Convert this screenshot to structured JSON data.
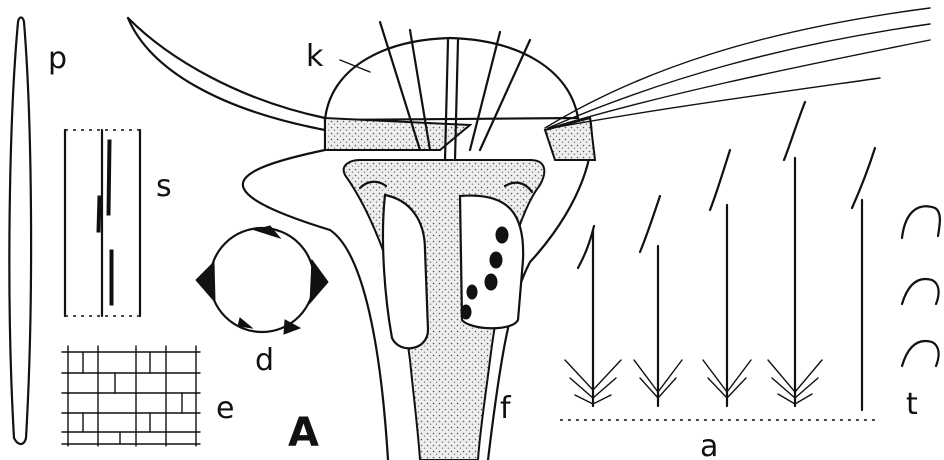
{
  "figure": {
    "panel_label": "A",
    "labels": {
      "p": "p",
      "s": "s",
      "e": "e",
      "d": "d",
      "k": "k",
      "f": "f",
      "a": "a",
      "t": "t"
    }
  }
}
